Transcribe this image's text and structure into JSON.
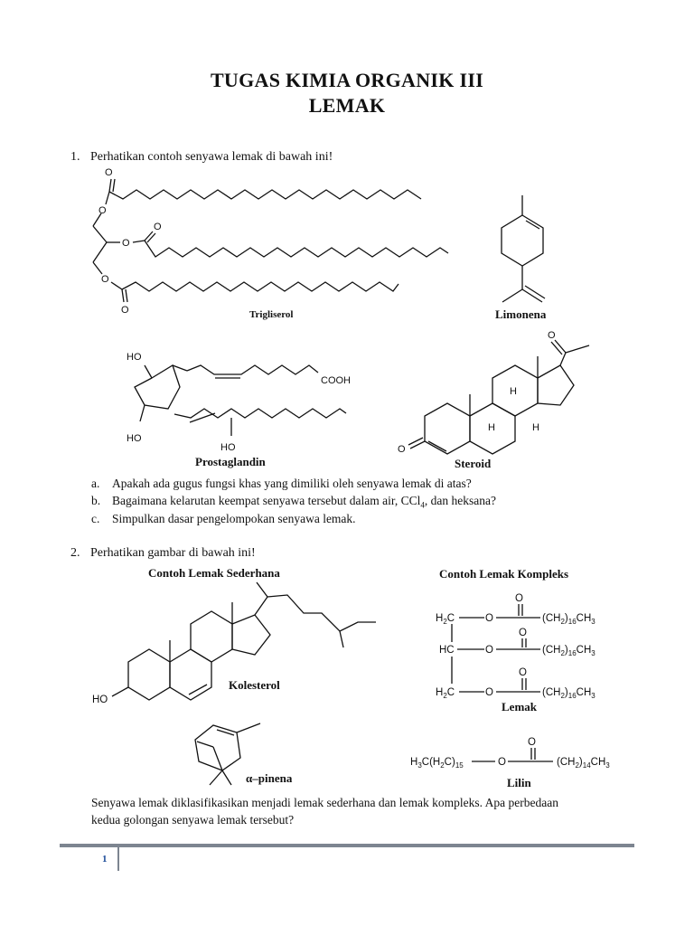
{
  "document": {
    "title_line1": "TUGAS KIMIA ORGANIK III",
    "title_line2": "LEMAK",
    "page_number": "1"
  },
  "q1": {
    "number": "1.",
    "prompt": "Perhatikan contoh senyawa lemak di bawah ini!",
    "labels": {
      "trigliserol": "Trigliserol",
      "limonena": "Limonena",
      "prostaglandin": "Prostaglandin",
      "steroid": "Steroid"
    },
    "sub_items": [
      {
        "letter": "a.",
        "text": "Apakah ada gugus fungsi khas yang dimiliki oleh senyawa lemak di atas?"
      },
      {
        "letter": "b.",
        "text_before": "Bagaimana kelarutan keempat senyawa tersebut dalam air, CCl",
        "subscript": "4",
        "text_after": ", dan heksana?"
      },
      {
        "letter": "c.",
        "text": "Simpulkan dasar pengelompokan senyawa lemak."
      }
    ],
    "chem_text": {
      "O": "O",
      "HO": "HO",
      "COOH": "COOH",
      "H": "H"
    }
  },
  "q2": {
    "number": "2.",
    "prompt": "Perhatikan gambar di bawah ini!",
    "header_simple": "Contoh Lemak Sederhana",
    "header_complex": "Contoh Lemak Kompleks",
    "labels": {
      "kolesterol": "Kolesterol",
      "pinena": "α–pinena",
      "lemak": "Lemak",
      "lilin": "Lilin"
    },
    "chem_text": {
      "HO": "HO",
      "H2C": "H2C",
      "HC": "HC",
      "O": "O",
      "ch2_16": "(CH2)16CH3",
      "ch2_14": "(CH2)14CH3",
      "h3c_wax": "H3C(H2C)15"
    },
    "closing_line1": "Senyawa lemak diklasifikasikan menjadi lemak sederhana dan lemak kompleks. Apa perbedaan",
    "closing_line2": "kedua golongan senyawa lemak tersebut?"
  }
}
